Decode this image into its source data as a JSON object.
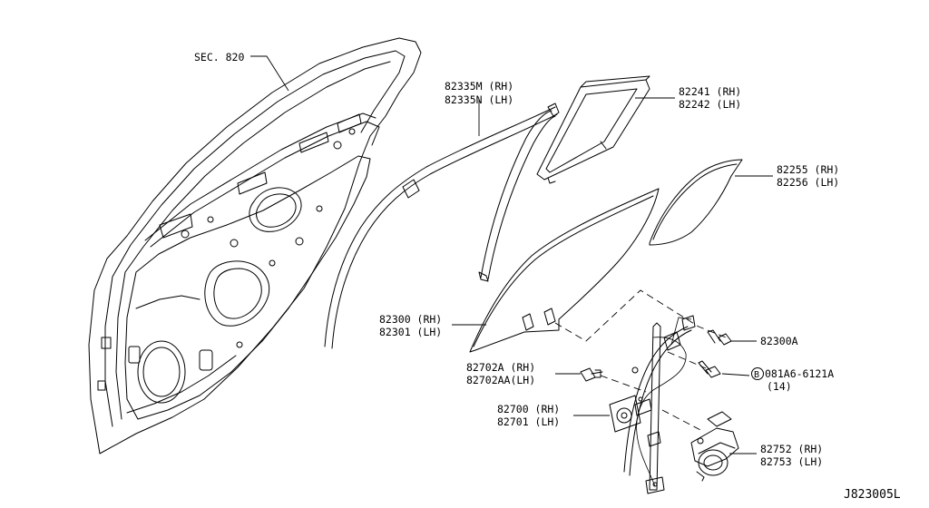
{
  "diagram": {
    "drawing_number": "J823005L",
    "labels": {
      "sec_820": "SEC. 820",
      "p82335m": "82335M (RH)",
      "p82335n": "82335N (LH)",
      "p82241": "82241 (RH)",
      "p82242": "82242 (LH)",
      "p82255": "82255 (RH)",
      "p82256": "82256 (LH)",
      "p82300": "82300 (RH)",
      "p82301": "82301 (LH)",
      "p82300a": "82300A",
      "p82702a": "82702A  (RH)",
      "p82702aa": "82702AA(LH)",
      "bolt_circle": "B",
      "bolt_code": "081A6-6121A",
      "bolt_qty": "(14)",
      "p82700": "82700 (RH)",
      "p82701": "82701 (LH)",
      "p82752": "82752 (RH)",
      "p82753": "82753 (LH)"
    }
  }
}
